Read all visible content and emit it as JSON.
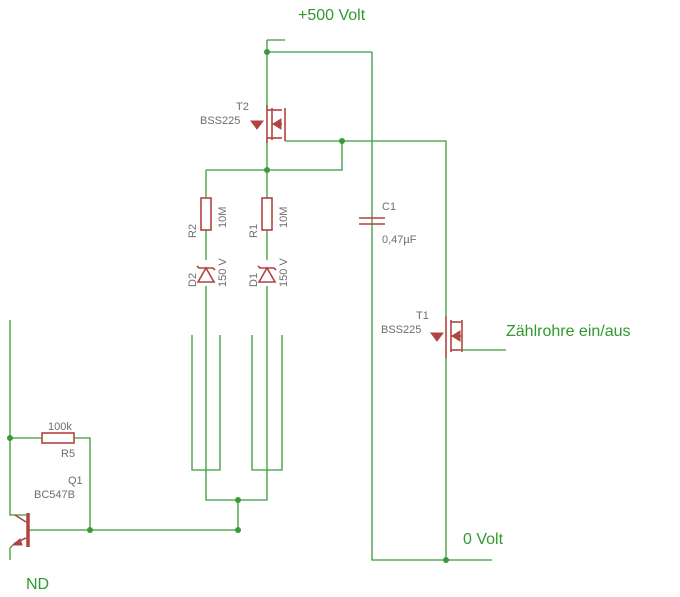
{
  "nets": {
    "supply": "+500 Volt",
    "ground": "0 Volt",
    "output": "Zählrohre ein/aus",
    "input": "ND"
  },
  "components": {
    "T2": {
      "ref": "T2",
      "value": "BSS225"
    },
    "T1": {
      "ref": "T1",
      "value": "BSS225"
    },
    "C1": {
      "ref": "C1",
      "value": "0,47µF"
    },
    "R2": {
      "ref": "R2",
      "value": "10M"
    },
    "R1": {
      "ref": "R1",
      "value": "10M"
    },
    "D2": {
      "ref": "D2",
      "value": "150 V"
    },
    "D1": {
      "ref": "D1",
      "value": "150 V"
    },
    "R5": {
      "ref": "R5",
      "value": "100k"
    },
    "Q1": {
      "ref": "Q1",
      "value": "BC547B"
    }
  },
  "colors": {
    "wire": "#3a9a3a",
    "part": "#b0443f",
    "label": "#2f9a2f",
    "ref_text": "#6d6d6d"
  }
}
